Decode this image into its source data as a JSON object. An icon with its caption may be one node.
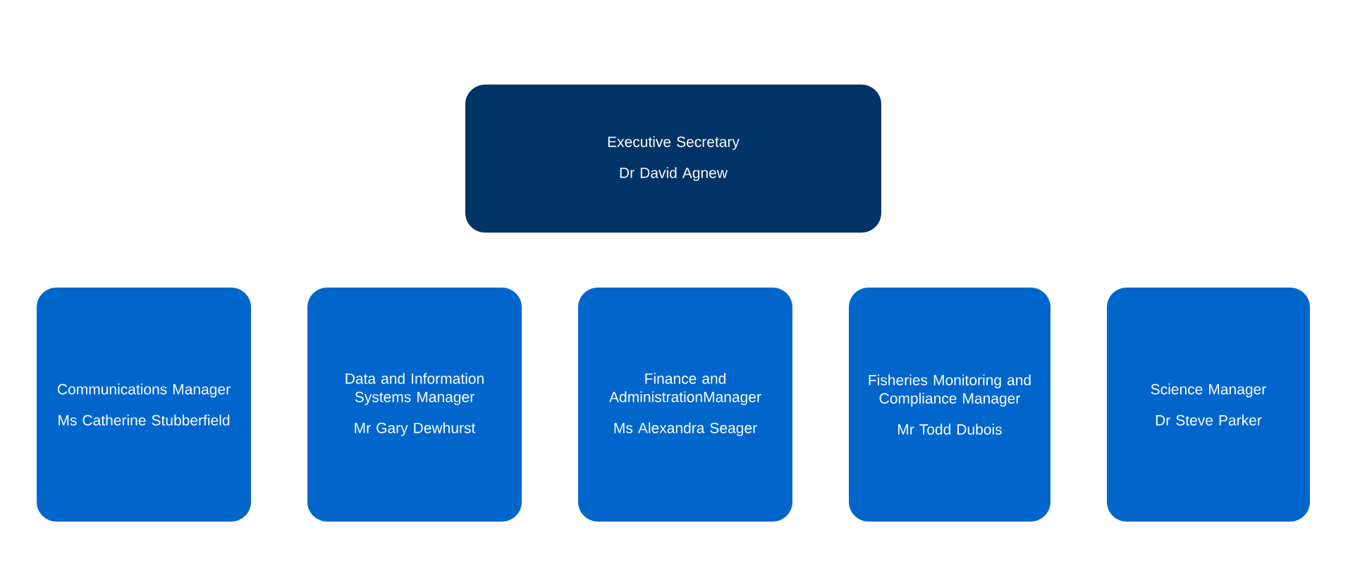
{
  "diagram": {
    "nodes": [
      {
        "text": [
          "Executive Secretary",
          "Dr David Agnew"
        ]
      },
      {
        "text": [
          "Communications Manager",
          "Ms Catherine Stubberfield"
        ]
      },
      {
        "text": [
          "Data and Information Systems Manager",
          "Mr Gary Dewhurst"
        ]
      },
      {
        "text": [
          "Finance and AdministrationManager",
          "Ms Alexandra Seager"
        ]
      },
      {
        "text": [
          "Fisheries Monitoring and Compliance Manager",
          "Mr Todd Dubois"
        ]
      },
      {
        "text": [
          "Science Manager",
          "Dr Steve Parker"
        ]
      }
    ]
  }
}
